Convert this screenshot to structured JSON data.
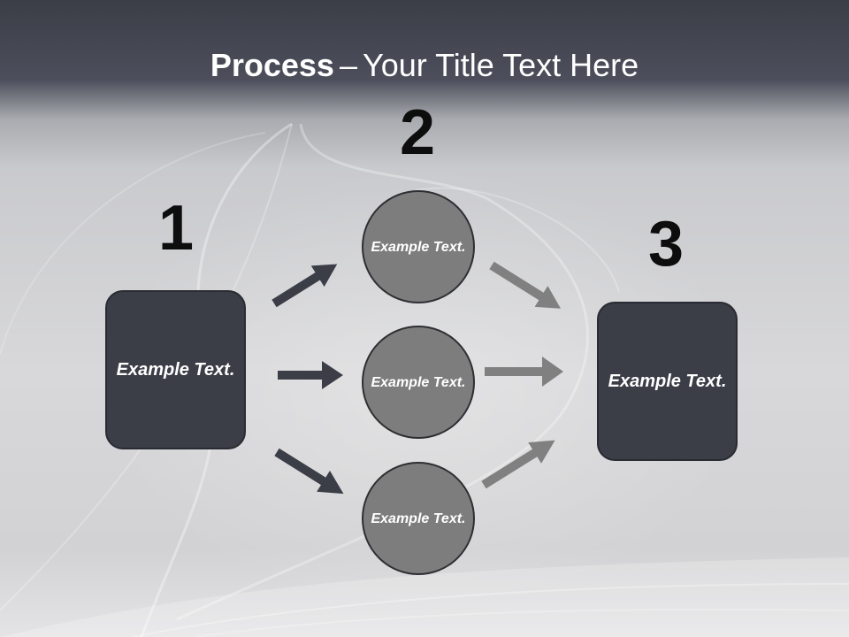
{
  "title": {
    "bold": "Process",
    "separator": "–",
    "rest": "Your Title Text Here"
  },
  "steps": {
    "step1": {
      "number": "1",
      "text": "Example Text."
    },
    "step2": {
      "number": "2",
      "items": [
        {
          "text": "Example Text."
        },
        {
          "text": "Example Text."
        },
        {
          "text": "Example Text."
        }
      ]
    },
    "step3": {
      "number": "3",
      "text": "Example Text."
    }
  },
  "colors": {
    "box_fill": "#3b3d47",
    "circle_fill": "#7d7d7d",
    "arrow_dark": "#3b3d47",
    "arrow_light": "#808080",
    "number_color": "#0d0d0d",
    "title_color": "#ffffff"
  }
}
